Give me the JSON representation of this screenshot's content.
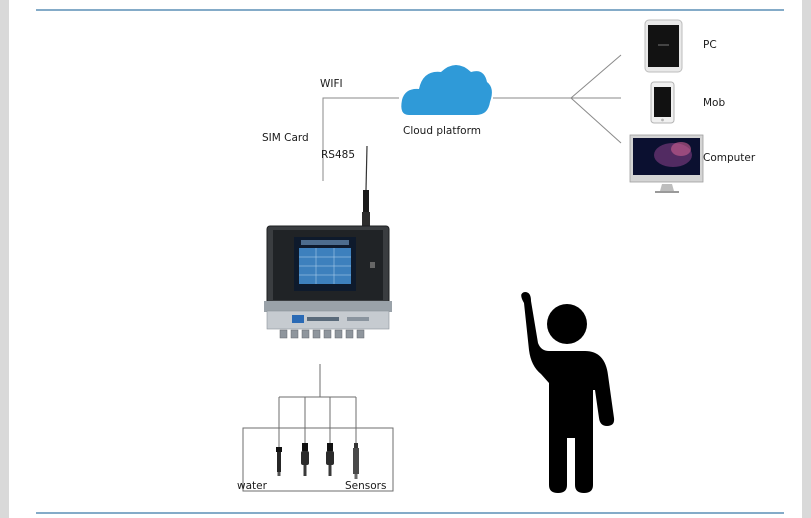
{
  "network": {
    "wifi": "WIFI",
    "sim_card": "SIM Card",
    "rs485": "RS485",
    "cloud": "Cloud platform"
  },
  "devices": {
    "pc": "PC",
    "mob": "Mob",
    "computer": "Computer"
  },
  "sensors": {
    "water": "water",
    "sensors": "Sensors"
  },
  "colors": {
    "rule": "#5b8fb5",
    "cloud": "#2f9ad8",
    "line": "#8a8a8a",
    "figure": "#000000"
  }
}
